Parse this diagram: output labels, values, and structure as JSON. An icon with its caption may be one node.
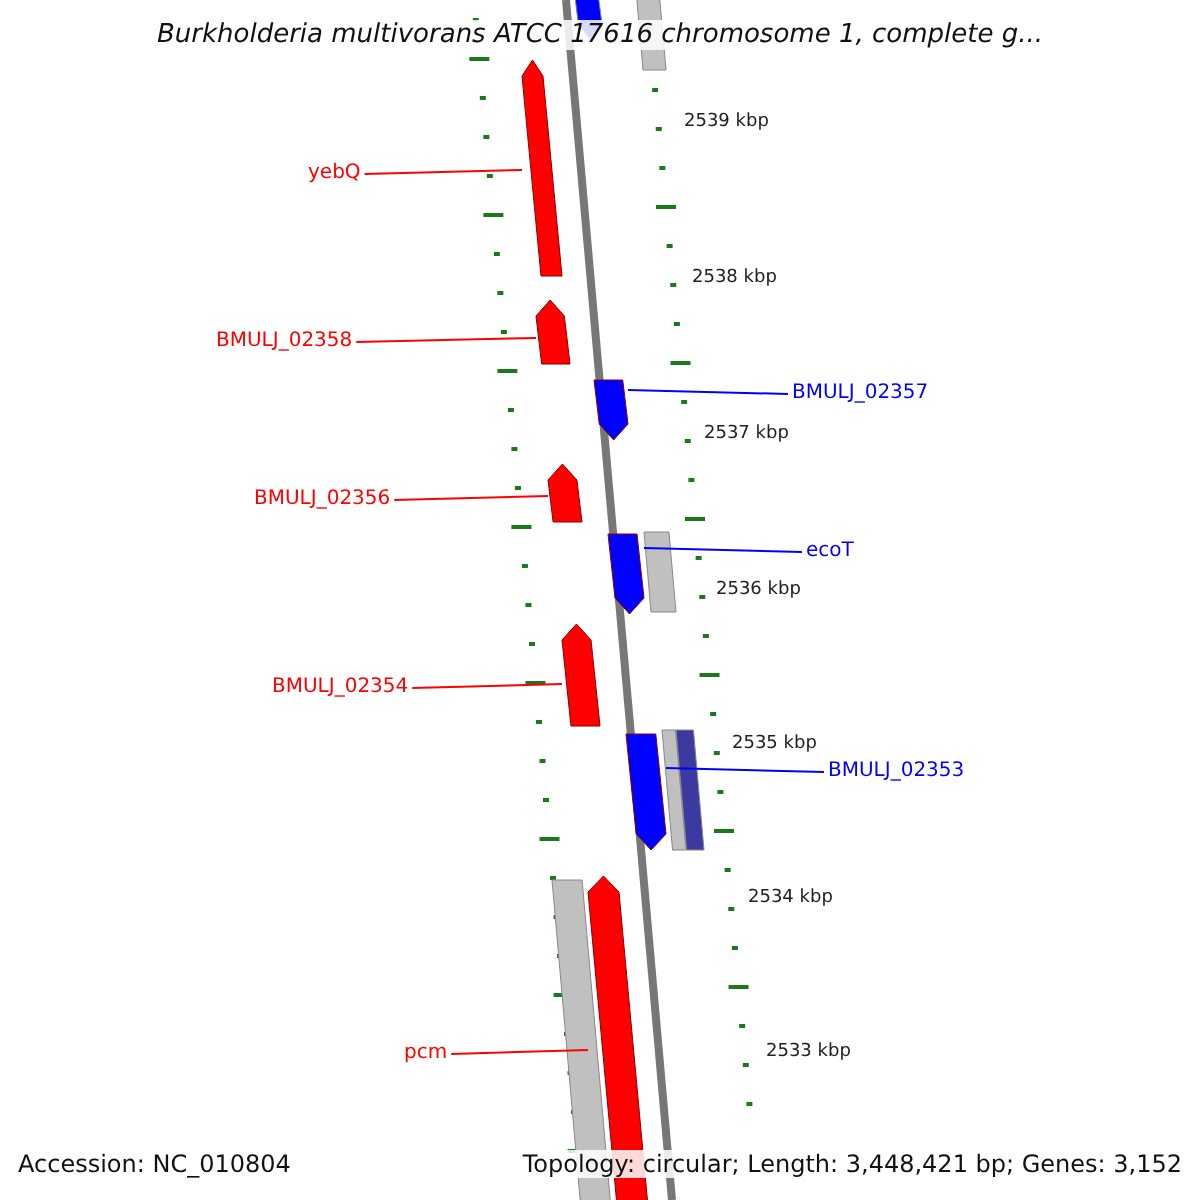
{
  "diagram": {
    "title": "Burkholderia multivorans ATCC 17616 chromosome 1, complete g...",
    "nodes": [
      {
        "text": [
          "yebQ"
        ]
      },
      {
        "text": [],
        "shape": "bar"
      },
      {
        "text": [
          "BMULJ_02358"
        ]
      },
      {
        "text": [],
        "shape": "bar"
      },
      {
        "text": [
          "BMULJ_02357"
        ]
      },
      {
        "text": [],
        "shape": "bar"
      },
      {
        "text": [
          "BMULJ_02356"
        ]
      },
      {
        "text": [],
        "shape": "bar"
      },
      {
        "text": [
          "ecoT"
        ]
      },
      {
        "text": [],
        "shape": "bar"
      },
      {
        "text": [
          "BMULJ_02354"
        ]
      },
      {
        "text": [],
        "shape": "bar"
      },
      {
        "text": [
          "BMULJ_02353"
        ]
      },
      {
        "text": [],
        "shape": "bar"
      },
      {
        "text": [
          "pcm"
        ]
      },
      {
        "text": [],
        "shape": "bar"
      }
    ],
    "edges": [
      {
        "from": 0,
        "to": 1,
        "arrow": "none"
      },
      {
        "from": 2,
        "to": 3,
        "arrow": "none"
      },
      {
        "from": 4,
        "to": 5,
        "arrow": "none",
        "color": "#0000ff"
      },
      {
        "from": 6,
        "to": 7,
        "arrow": "none"
      },
      {
        "from": 8,
        "to": 9,
        "arrow": "none",
        "color": "#0000ff"
      },
      {
        "from": 10,
        "to": 11,
        "arrow": "none"
      },
      {
        "from": 12,
        "to": 13,
        "arrow": "none",
        "color": "#0000ff"
      },
      {
        "from": 14,
        "to": 15,
        "arrow": "none"
      }
    ],
    "labels": [
      "2539 kbp",
      "2538 kbp",
      "2537 kbp",
      "2536 kbp",
      "2535 kbp",
      "2534 kbp",
      "2533 kbp",
      "Accession: NC_010804",
      "Topology: circular; Length: 3,448,421 bp; Genes: 3,152"
    ]
  }
}
